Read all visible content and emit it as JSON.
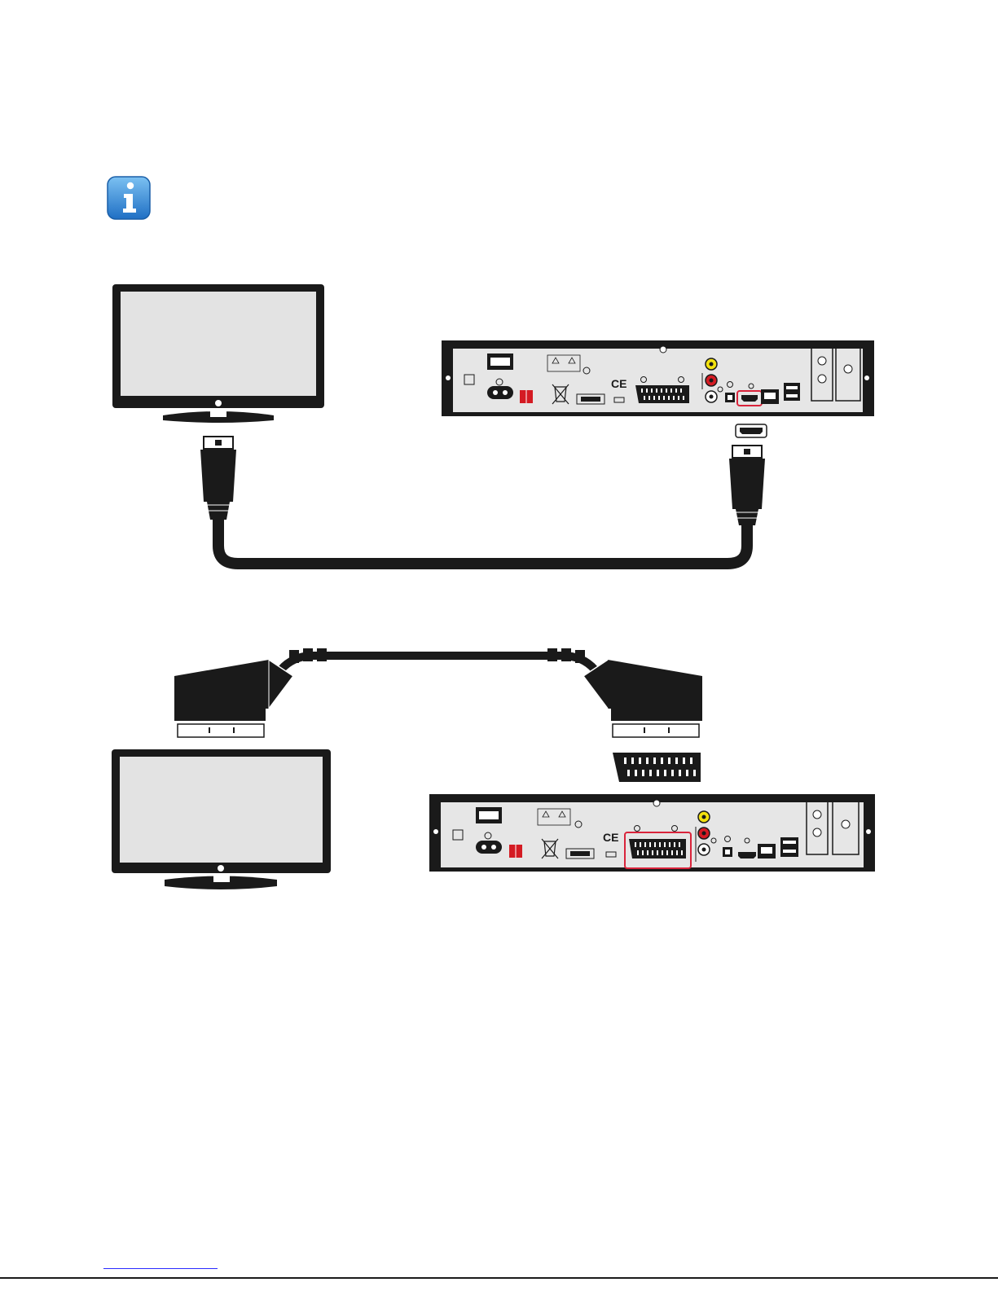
{
  "colors": {
    "info_blue": "#2f86d6",
    "highlight": "#d9243b",
    "cable": "#1a1a1a",
    "panel": "#e6e6e6",
    "screen": "#e3e3e3",
    "yellow_rca": "#f3e20e",
    "red_rca": "#d41b23"
  },
  "icons": {
    "info": "info-icon",
    "ce_mark": "CE"
  },
  "diagrams": [
    {
      "id": "hdmi",
      "connection": "hdmi",
      "highlight": "hdmi-port"
    },
    {
      "id": "scart",
      "connection": "scart",
      "highlight": "scart-port"
    }
  ]
}
